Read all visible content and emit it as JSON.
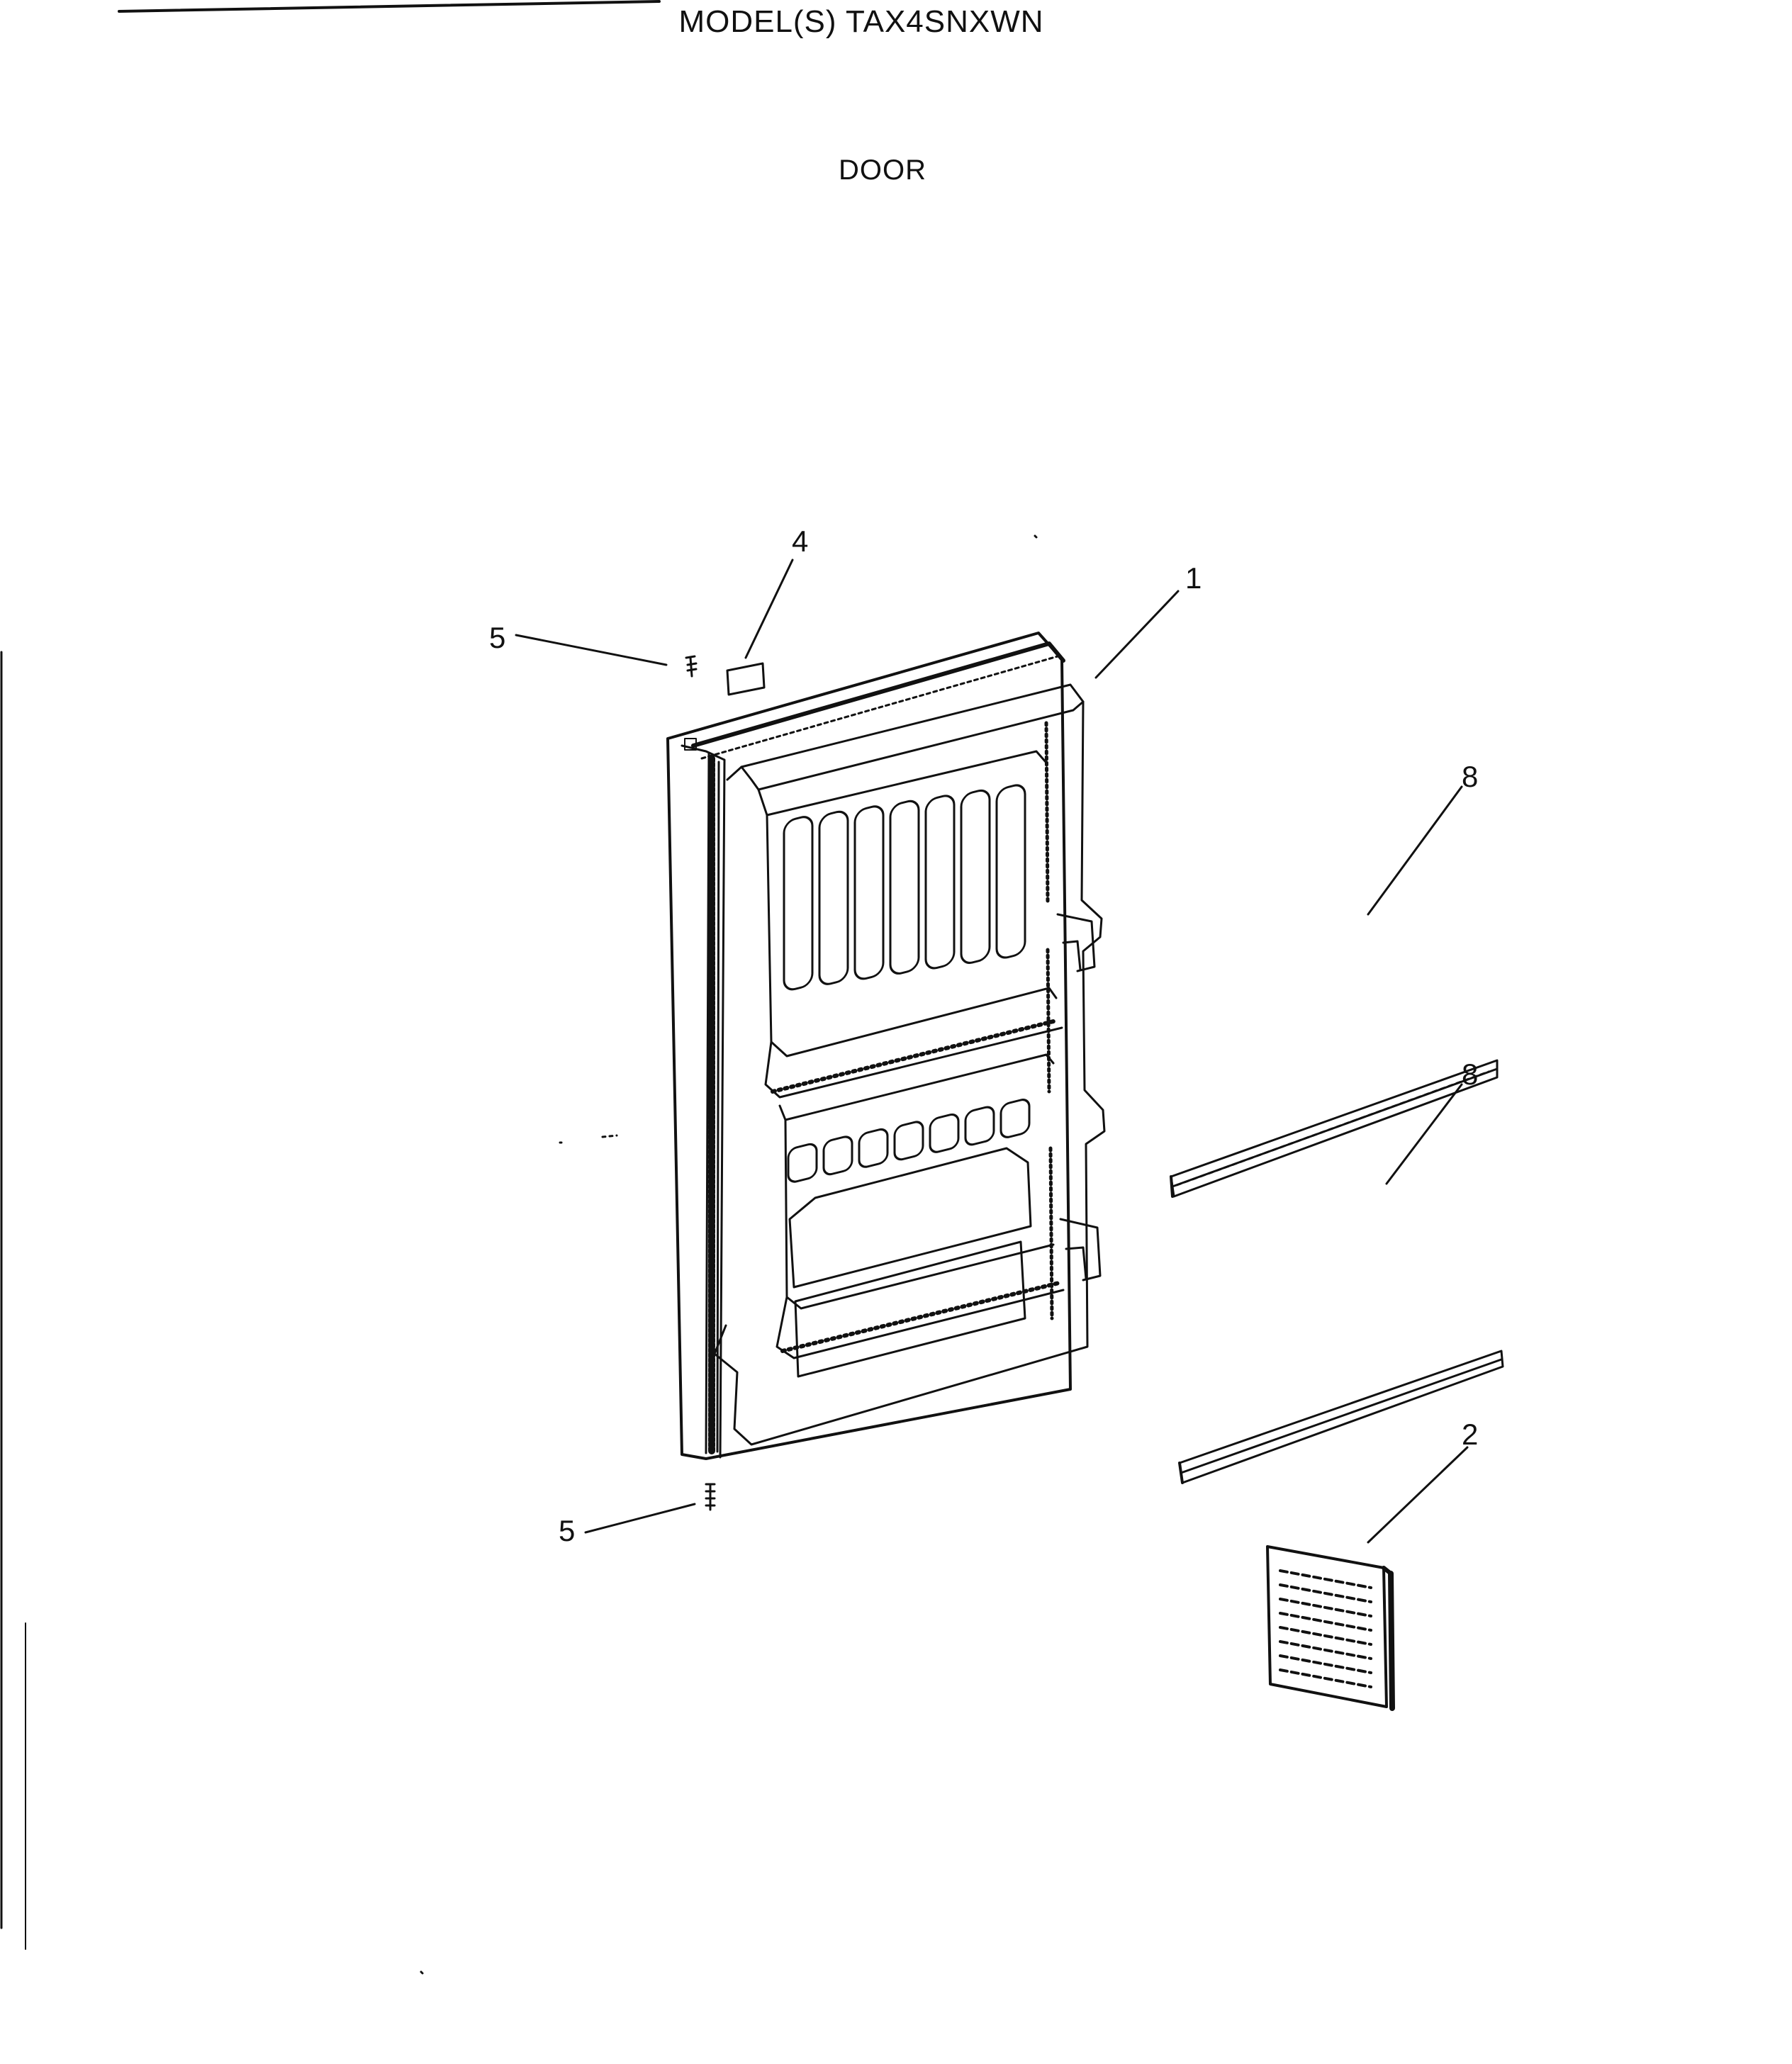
{
  "header": {
    "model": "MODEL(S) TAX4SNXWN",
    "section": "DOOR"
  },
  "callouts": [
    {
      "id": "1",
      "label": "1",
      "part": "door-assembly"
    },
    {
      "id": "2",
      "label": "2",
      "part": "instruction-sheet"
    },
    {
      "id": "4",
      "label": "4",
      "part": "label-plate"
    },
    {
      "id": "5a",
      "label": "5",
      "part": "screw-top"
    },
    {
      "id": "5b",
      "label": "5",
      "part": "screw-bottom"
    },
    {
      "id": "8a",
      "label": "8",
      "part": "shelf-rail-upper"
    },
    {
      "id": "8b",
      "label": "8",
      "part": "shelf-rail-lower"
    }
  ],
  "colors": {
    "ink": "#111111",
    "paper": "#ffffff"
  }
}
